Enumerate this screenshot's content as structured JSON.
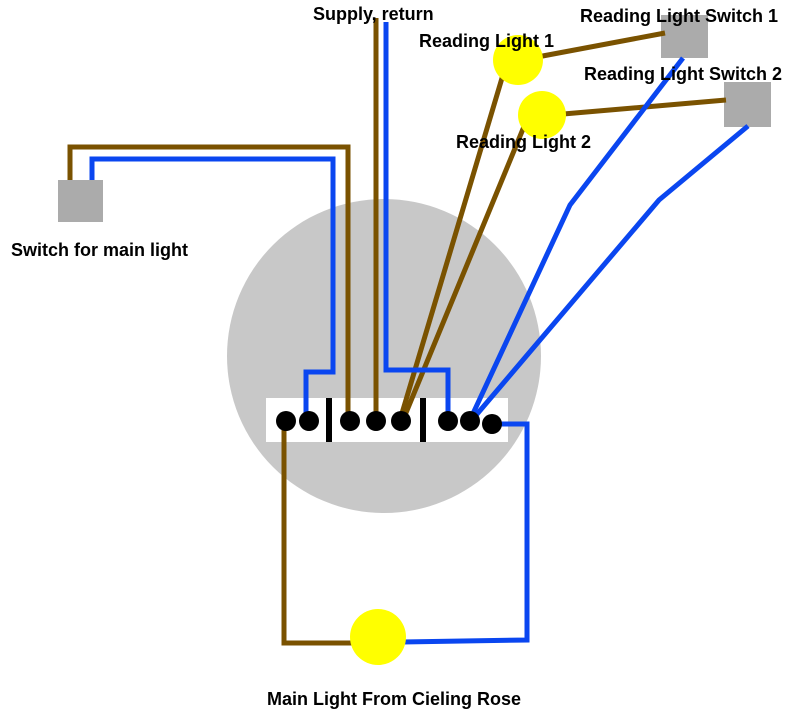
{
  "labels": {
    "supply_return": "Supply, return",
    "reading_light_1": "Reading Light 1",
    "reading_light_2": "Reading Light 2",
    "reading_light_switch_1": "Reading Light Switch 1",
    "reading_light_switch_2": "Reading Light Switch 2",
    "switch_main_light": "Switch for main light",
    "main_light": "Main Light From Cieling Rose"
  },
  "colors": {
    "live_wire": "#7a5200",
    "neutral_wire": "#0a46f0",
    "lamp": "#ffff00",
    "switch_box": "#ababab",
    "ceiling_rose": "#c8c8c8",
    "terminal_block": "#ffffff",
    "terminal": "#000000"
  }
}
